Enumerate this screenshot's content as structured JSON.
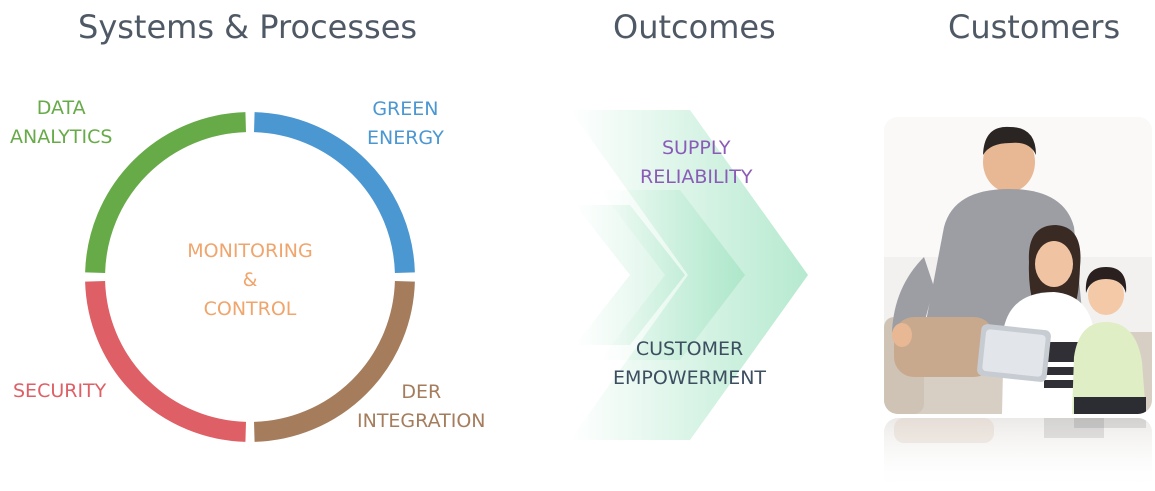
{
  "headings": {
    "systems": "Systems & Processes",
    "outcomes": "Outcomes",
    "customers": "Customers"
  },
  "ring": {
    "center": [
      "MONITORING",
      "&",
      "CONTROL"
    ],
    "segments": [
      {
        "key": "green",
        "lines": [
          "GREEN",
          "ENERGY"
        ],
        "color": "#4b97d2"
      },
      {
        "key": "der",
        "lines": [
          "DER",
          "INTEGRATION"
        ],
        "color": "#a57d5d"
      },
      {
        "key": "security",
        "lines": [
          "SECURITY"
        ],
        "color": "#de5f65"
      },
      {
        "key": "data",
        "lines": [
          "DATA",
          "ANALYTICS"
        ],
        "color": "#67ab49"
      }
    ],
    "center_color": "#f0a56c"
  },
  "outcomes": {
    "supply": [
      "SUPPLY",
      "RELIABILITY"
    ],
    "customer": [
      "CUSTOMER",
      "EMPOWERMENT"
    ],
    "supply_color": "#8a5cb8",
    "customer_color": "#3c4e60",
    "chevron_color": "#5ccf95"
  },
  "colors": {
    "heading": "#4f5965"
  }
}
